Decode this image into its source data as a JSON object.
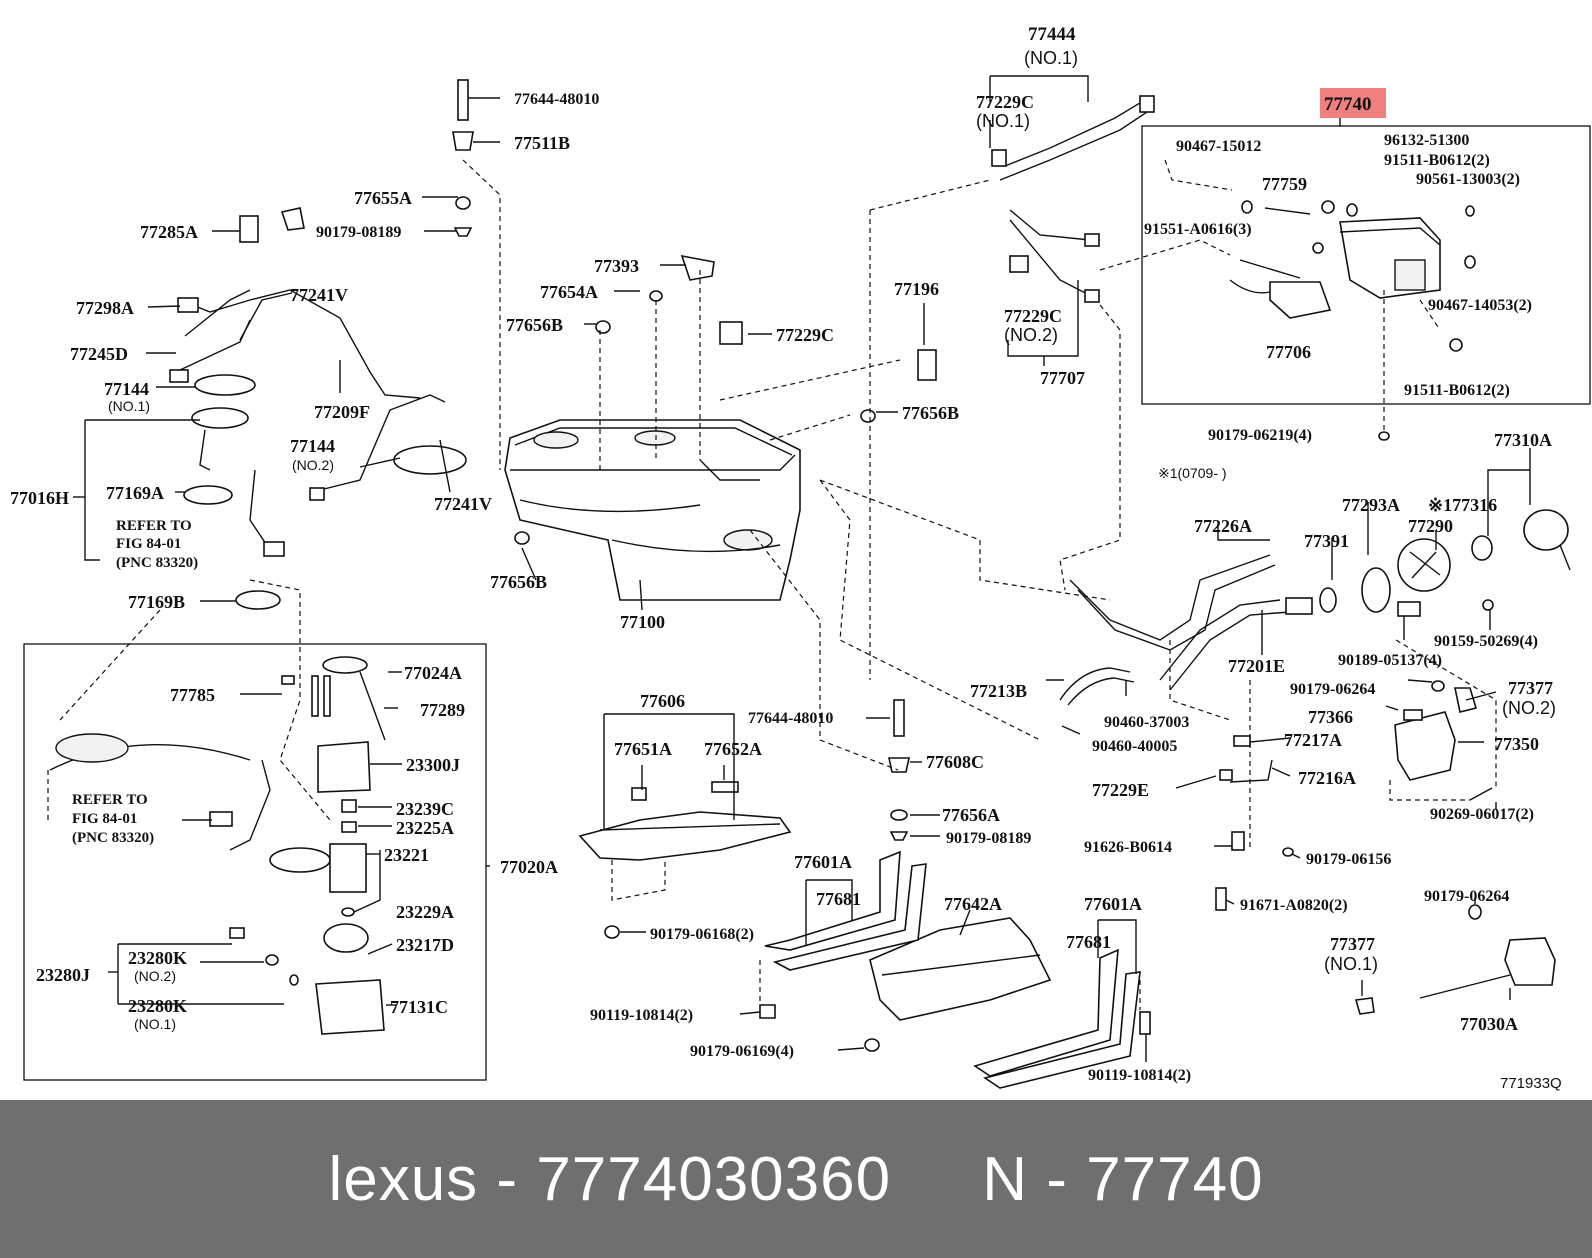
{
  "diagram": {
    "code": "771933Q",
    "highlight_color": "#f08080",
    "labels": {
      "p77444": "77444",
      "p77444_no": "(NO.1)",
      "p77740": "77740",
      "p77644_top": "77644-48010",
      "p77511B": "77511B",
      "p77655A": "77655A",
      "p90179_08189_top": "90179-08189",
      "p77285A": "77285A",
      "p77298A": "77298A",
      "p77241V_top": "77241V",
      "p77245D": "77245D",
      "p77144_1": "77144",
      "p77144_1_no": "(NO.1)",
      "p77209F": "77209F",
      "p77144_2": "77144",
      "p77144_2_no": "(NO.2)",
      "p77241V_bot": "77241V",
      "p77016H": "77016H",
      "p77169A": "77169A",
      "refer1_l1": "REFER TO",
      "refer1_l2": "FIG 84-01",
      "refer1_l3": "(PNC 83320)",
      "p77169B": "77169B",
      "p77393": "77393",
      "p77654A": "77654A",
      "p77656B_l": "77656B",
      "p77229C_mid": "77229C",
      "p77196": "77196",
      "p77656B_r": "77656B",
      "p77656B_b": "77656B",
      "p77100": "77100",
      "p77229C_no1": "77229C",
      "p77229C_no1_no": "(NO.1)",
      "p77229C_no2": "77229C",
      "p77229C_no2_no": "(NO.2)",
      "p77707": "77707",
      "p90467_15012": "90467-15012",
      "p96132_51300": "96132-51300",
      "p91511_b0612_top": "91511-B0612(2)",
      "p90561_13003": "90561-13003(2)",
      "p77759": "77759",
      "p91551_a0616": "91551-A0616(3)",
      "p90467_14053": "90467-14053(2)",
      "p77706": "77706",
      "p91511_b0612_bot": "91511-B0612(2)",
      "p90179_06219": "90179-06219(4)",
      "note_x1": "※1(0709-     )",
      "p77310A": "77310A",
      "p77293A": "77293A",
      "p77316": "※177316",
      "p77226A": "77226A",
      "p77391": "77391",
      "p77290": "77290",
      "p77201E": "77201E",
      "p90189_05137": "90189-05137(4)",
      "p90159_50269": "90159-50269(4)",
      "p77213B": "77213B",
      "p90460_37003": "90460-37003",
      "p90460_40005": "90460-40005",
      "p90179_06264_r": "90179-06264",
      "p77377_no2": "77377",
      "p77377_no2_no": "(NO.2)",
      "p77366": "77366",
      "p77217A": "77217A",
      "p77350": "77350",
      "p77216A": "77216A",
      "p77229E": "77229E",
      "p90269_06017": "90269-06017(2)",
      "p91626_b0614": "91626-B0614",
      "p90179_06156": "90179-06156",
      "p91671_a0820": "91671-A0820(2)",
      "p90179_06264_b": "90179-06264",
      "p77377_no1": "77377",
      "p77377_no1_no": "(NO.1)",
      "p77030A": "77030A",
      "p77024A": "77024A",
      "p77785": "77785",
      "p77289": "77289",
      "p23300J": "23300J",
      "p23239C": "23239C",
      "p23225A": "23225A",
      "p23221": "23221",
      "p77020A": "77020A",
      "p23229A": "23229A",
      "p23217D": "23217D",
      "p23280J": "23280J",
      "p23280K_2": "23280K",
      "p23280K_2_no": "(NO.2)",
      "p23280K_1": "23280K",
      "p23280K_1_no": "(NO.1)",
      "p77131C": "77131C",
      "refer2_l1": "REFER TO",
      "refer2_l2": "FIG 84-01",
      "refer2_l3": "(PNC 83320)",
      "p77606": "77606",
      "p77651A": "77651A",
      "p77652A": "77652A",
      "p77644_mid": "77644-48010",
      "p77608C": "77608C",
      "p77656A": "77656A",
      "p90179_08189_mid": "90179-08189",
      "p90179_06168": "90179-06168(2)",
      "p77601A_l": "77601A",
      "p77681_l": "77681",
      "p77642A": "77642A",
      "p77601A_r": "77601A",
      "p77681_r": "77681",
      "p90119_10814_l": "90119-10814(2)",
      "p90179_06169": "90179-06169(4)",
      "p90119_10814_r": "90119-10814(2)"
    }
  },
  "footer": {
    "brand": "lexus",
    "sep1": " - ",
    "part_number": "7774030360",
    "gap": "     ",
    "suffix": "N - 77740"
  }
}
